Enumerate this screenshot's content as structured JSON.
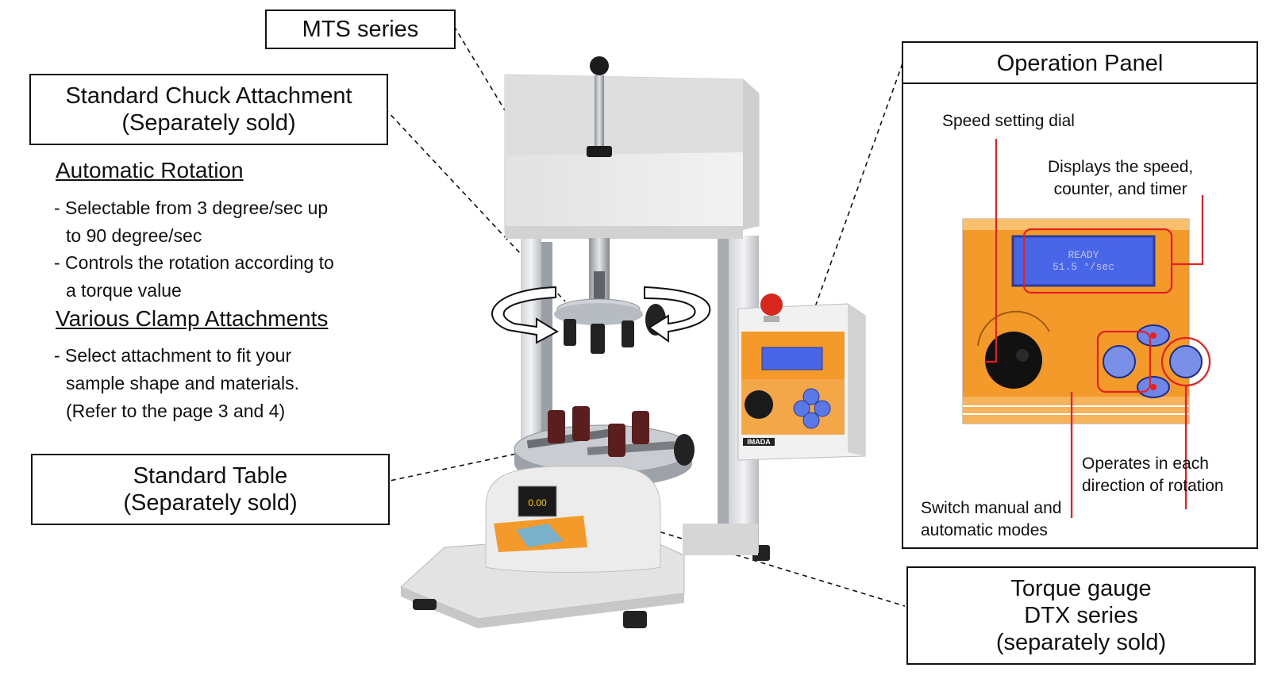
{
  "callouts": {
    "mts": "MTS series",
    "chuck": [
      "Standard Chuck Attachment",
      "(Separately sold)"
    ],
    "table": [
      "Standard Table",
      "(Separately sold)"
    ],
    "gauge": [
      "Torque gauge",
      "DTX series",
      "(separately sold)"
    ]
  },
  "features": {
    "auto_heading": "Automatic Rotation",
    "auto_bullets": [
      [
        "- Selectable from 3 degree/sec up",
        "  to 90 degree/sec"
      ],
      [
        "- Controls the rotation according to",
        "  a torque value"
      ]
    ],
    "clamp_heading": "Various Clamp Attachments",
    "clamp_bullet": [
      "- Select attachment to fit your",
      "  sample shape and materials.",
      "  (Refer to the page 3 and 4)"
    ]
  },
  "panel": {
    "title": "Operation Panel",
    "speed_dial": "Speed setting dial",
    "displays": [
      "Displays the speed,",
      "counter, and timer"
    ],
    "operates": [
      "Operates in each",
      "direction of rotation"
    ],
    "switch": [
      "Switch manual and",
      "automatic modes"
    ],
    "lcd_line1": "READY",
    "lcd_line2": "51.5 °/sec",
    "brand": "IMADA",
    "gauge_reading": "0.00"
  },
  "colors": {
    "accent_orange": "#f39a2b",
    "lcd_blue": "#4a66e8",
    "callout_red": "#e52020",
    "machine_grey": "#e6e6e6"
  }
}
